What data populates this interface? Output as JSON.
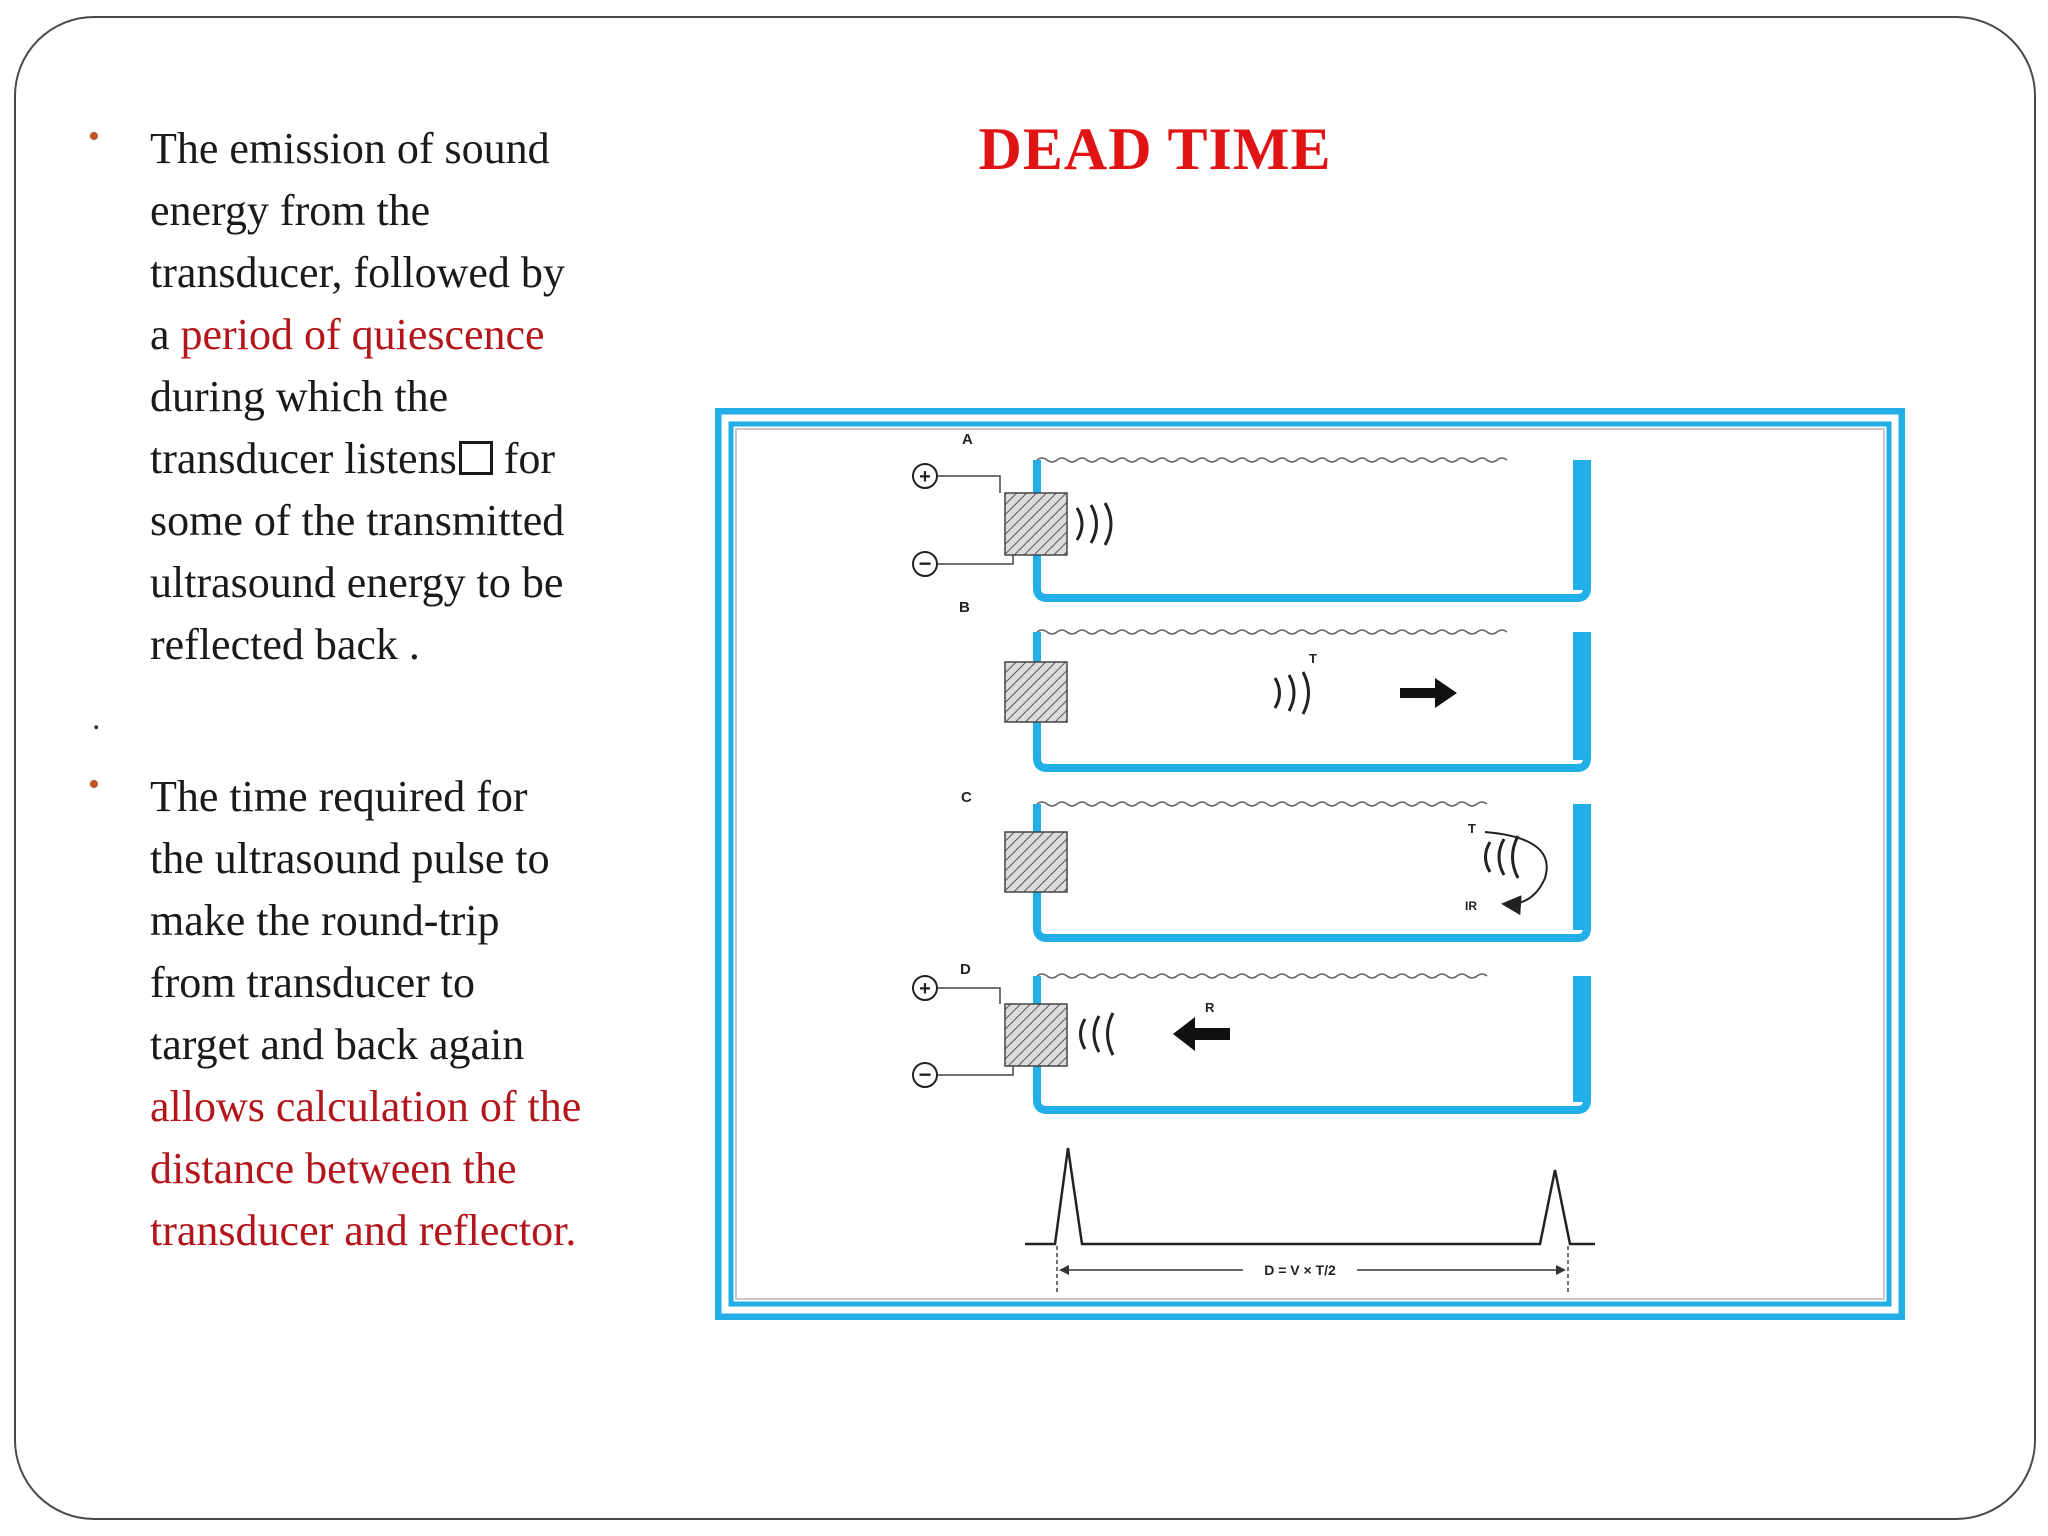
{
  "title": "DEAD TIME",
  "bullet1": {
    "line1": "The  emission of sound",
    "line2": "energy from the",
    "line3": "transducer, followed by",
    "line4_prefix": "a ",
    "line4_red": "period of quiescence",
    "line5": "during which the",
    "line6_a": "transducer listens",
    "line6_b": " for",
    "line7": "some of the transmitted",
    "line8": "ultrasound energy to be",
    "line9": "reflected back ."
  },
  "separator": ".",
  "bullet2": {
    "line1": " The time required for",
    "line2": "the ultrasound pulse to",
    "line3": "make the round-trip",
    "line4": "from transducer to",
    "line5": "target and back again",
    "line6_red": "allows calculation of the",
    "line7_red": "distance between the",
    "line8_red": "transducer and reflector."
  },
  "diagram": {
    "panel_labels": [
      "A",
      "B",
      "C",
      "D"
    ],
    "label_T": "T",
    "label_R": "R",
    "label_IR": "IR",
    "plus_symbol": "+",
    "minus_symbol": "−",
    "formula": "D = V × T/2",
    "colors": {
      "frame": "#22aee6",
      "tank": "#22aee6",
      "text_red": "#b3151b",
      "title_red": "#e01414",
      "bullet": "#c0562a"
    }
  }
}
